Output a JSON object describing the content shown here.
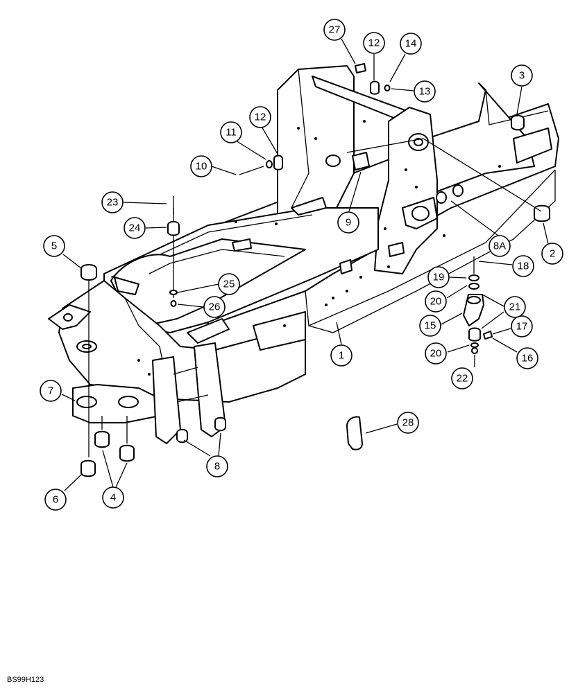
{
  "reference_code": "BS99H123",
  "callouts": [
    {
      "id": "c1",
      "label": "1"
    },
    {
      "id": "c2",
      "label": "2"
    },
    {
      "id": "c3",
      "label": "3"
    },
    {
      "id": "c4",
      "label": "4"
    },
    {
      "id": "c5",
      "label": "5"
    },
    {
      "id": "c6",
      "label": "6"
    },
    {
      "id": "c7",
      "label": "7"
    },
    {
      "id": "c8",
      "label": "8"
    },
    {
      "id": "c8a",
      "label": "8A"
    },
    {
      "id": "c9",
      "label": "9"
    },
    {
      "id": "c10",
      "label": "10"
    },
    {
      "id": "c11",
      "label": "11"
    },
    {
      "id": "c12a",
      "label": "12"
    },
    {
      "id": "c12b",
      "label": "12"
    },
    {
      "id": "c13",
      "label": "13"
    },
    {
      "id": "c14",
      "label": "14"
    },
    {
      "id": "c15",
      "label": "15"
    },
    {
      "id": "c16",
      "label": "16"
    },
    {
      "id": "c17",
      "label": "17"
    },
    {
      "id": "c18",
      "label": "18"
    },
    {
      "id": "c19",
      "label": "19"
    },
    {
      "id": "c20a",
      "label": "20"
    },
    {
      "id": "c20b",
      "label": "20"
    },
    {
      "id": "c21",
      "label": "21"
    },
    {
      "id": "c22",
      "label": "22"
    },
    {
      "id": "c23",
      "label": "23"
    },
    {
      "id": "c24",
      "label": "24"
    },
    {
      "id": "c25",
      "label": "25"
    },
    {
      "id": "c26",
      "label": "26"
    },
    {
      "id": "c27",
      "label": "27"
    },
    {
      "id": "c28",
      "label": "28"
    }
  ]
}
